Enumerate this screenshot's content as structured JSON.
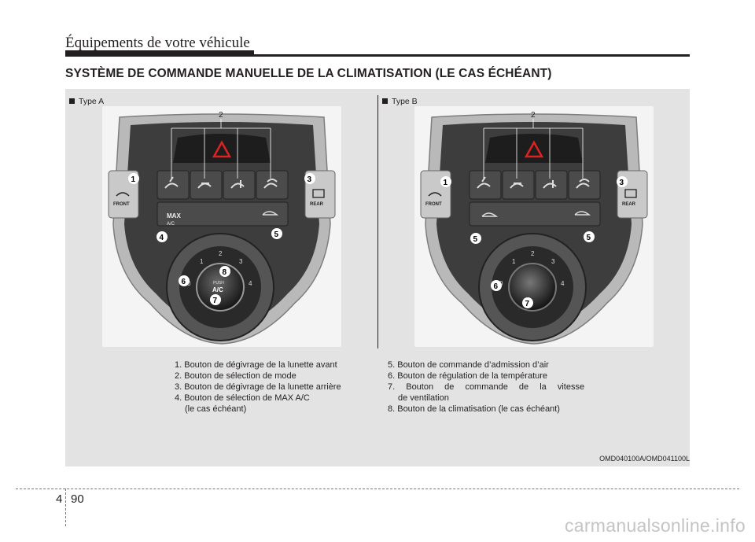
{
  "header": {
    "section": "Équipements de votre véhicule"
  },
  "title": "SYSTÈME DE COMMANDE MANUELLE DE LA CLIMATISATION (LE CAS ÉCHÉANT)",
  "figure": {
    "type_a": "Type A",
    "type_b": "Type B",
    "panel_a": {
      "callouts": [
        "1",
        "2",
        "3",
        "4",
        "5",
        "6",
        "7",
        "8"
      ],
      "labels": {
        "front": "FRONT",
        "rear": "REAR",
        "max": "MAX",
        "ac": "A/C",
        "push": "PUSH",
        "push_ac": "A/C",
        "ticks": [
          "0",
          "1",
          "2",
          "3",
          "4"
        ]
      }
    },
    "panel_b": {
      "callouts": [
        "1",
        "2",
        "3",
        "5",
        "5",
        "6",
        "7"
      ],
      "labels": {
        "front": "FRONT",
        "rear": "REAR",
        "ticks": [
          "0",
          "1",
          "2",
          "3",
          "4"
        ]
      }
    },
    "image_code": "OMD040100A/OMD041100L"
  },
  "captions": {
    "left": [
      "1. Bouton de dégivrage de la lunette avant",
      "2. Bouton de sélection de mode",
      "3. Bouton de dégivrage de la lunette arrière",
      "4. Bouton de sélection de MAX A/C",
      "(le cas échéant)"
    ],
    "right": [
      "5. Bouton de commande d’admission d’air",
      "6. Bouton de régulation de la température",
      "7. Bouton de commande de la vitesse",
      "de ventilation",
      "8. Bouton de la climatisation (le cas échéant)"
    ]
  },
  "footer": {
    "chapter": "4",
    "page": "90",
    "watermark": "carmanualsonline.info"
  }
}
